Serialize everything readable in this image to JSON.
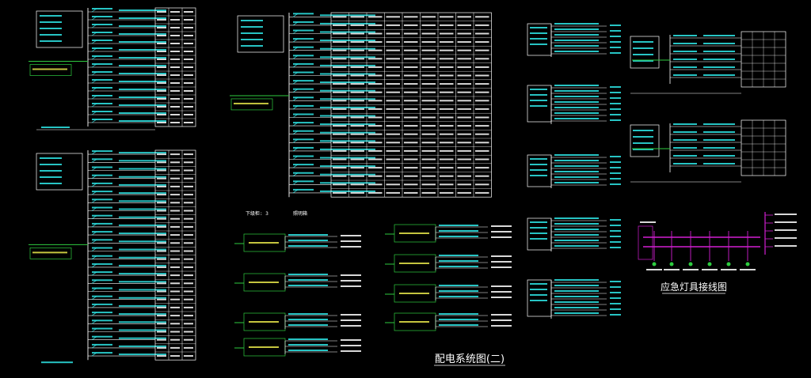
{
  "colors": {
    "background": "#000000",
    "line": "#ffffff",
    "cyan": "#2ee6e6",
    "green": "#2ecc40",
    "magenta": "#d21fd2",
    "yellow": "#e8e84a"
  },
  "titles": {
    "main": "配电系统图(二)",
    "emergency": "应急灯具接线图"
  },
  "labels": {
    "footer": "下级柜: 3",
    "footer_tag": "照明箱"
  },
  "icons": [
    "breaker-icon",
    "feeder-line-icon",
    "lamp-icon",
    "distribution-box-icon"
  ]
}
